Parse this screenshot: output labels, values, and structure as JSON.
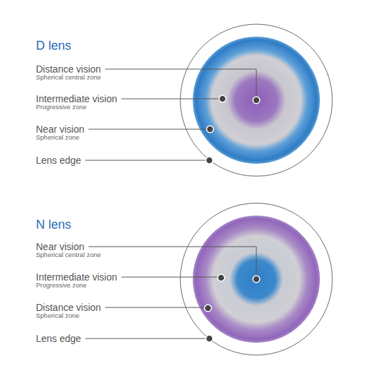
{
  "diagram": {
    "labels": [
      "D lens",
      "Distance vision",
      "Spherical central zone",
      "Intermediate vision",
      "Progressive zone",
      "Near vision",
      "Spherical zone",
      "Lens edge",
      "N lens",
      "Near vision",
      "Spherical central zone",
      "Intermediate vision",
      "Progressive zone",
      "Distance vision",
      "Spherical zone",
      "Lens edge"
    ]
  }
}
